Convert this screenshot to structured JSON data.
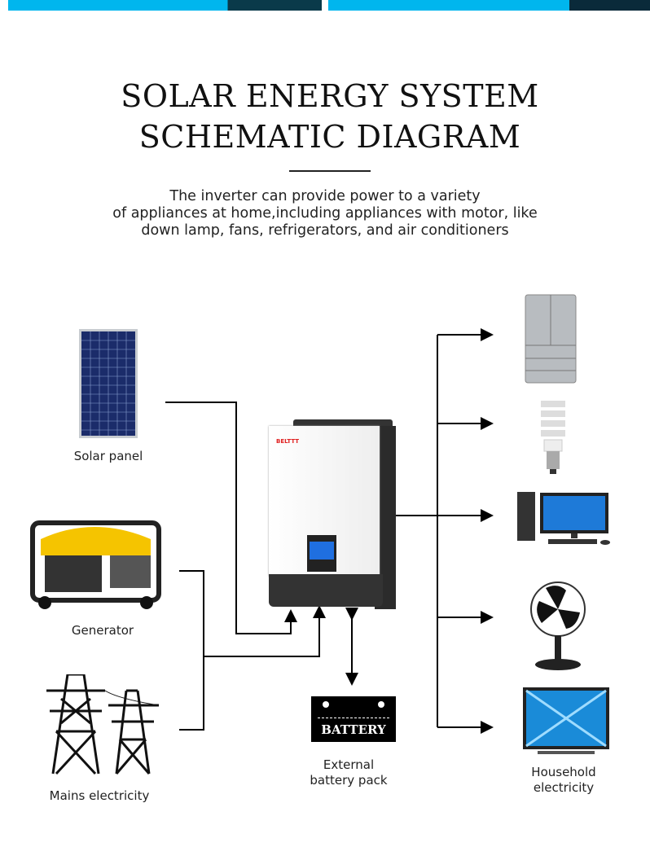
{
  "title_line1": "SOLAR ENERGY SYSTEM",
  "title_line2": "SCHEMATIC DIAGRAM",
  "subtitle_lines": [
    "The inverter can provide power to a variety",
    "of appliances at home,including appliances with motor, like",
    "down lamp, fans, refrigerators, and air conditioners"
  ],
  "inputs": {
    "solar": "Solar panel",
    "generator": "Generator",
    "mains": "Mains electricity"
  },
  "inverter": {
    "brand": "BELTTT"
  },
  "battery": {
    "text": "BATTERY",
    "label_line1": "External",
    "label_line2": "battery pack"
  },
  "output": {
    "label_line1": "Household",
    "label_line2": "electricity"
  },
  "colors": {
    "banner": "#00b6ee",
    "inverter_brand": "#e02020",
    "screen": "#1f6fe0"
  }
}
